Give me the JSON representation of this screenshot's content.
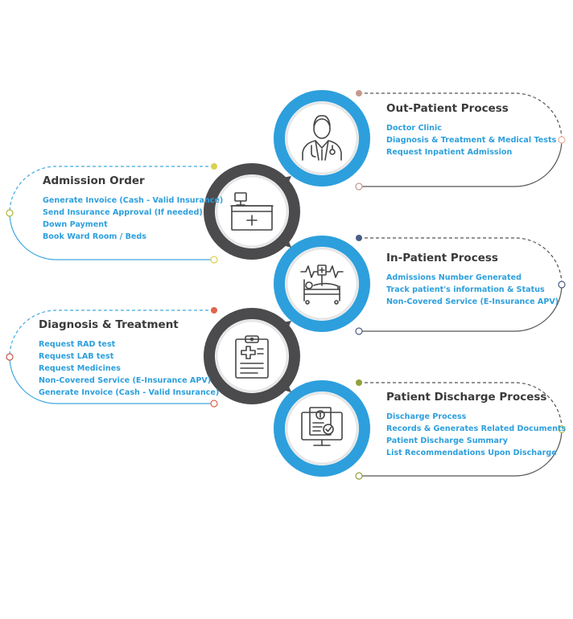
{
  "colors": {
    "blue_ring": "#2d9fdc",
    "dark_ring": "#4b4b4d",
    "item_text": "#2d9fdc",
    "title_text": "#3a3a3a",
    "icon_stroke": "#454545",
    "connector_blue": "#42a7de",
    "connector_dark": "#555555"
  },
  "steps": [
    {
      "title": "Out-Patient Process",
      "items": [
        "Doctor Clinic",
        "Diagnosis & Treatment & Medical Tests",
        "Request Inpatient Admission"
      ],
      "icon": "doctor-icon",
      "dot_color": "#c49a8e"
    },
    {
      "title": "Admission Order",
      "items": [
        "Generate Invoice (Cash - Valid Insurance)",
        "Send Insurance Approval (If needed)",
        "Down Payment",
        "Book Ward Room / Beds"
      ],
      "icon": "reception-desk-icon",
      "dot_color": "#d8d350"
    },
    {
      "title": "In-Patient Process",
      "items": [
        "Admissions Number Generated",
        "Track patient's information & Status",
        "Non-Covered Service (E-Insurance APV)"
      ],
      "icon": "hospital-bed-icon",
      "dot_color": "#4a5d86"
    },
    {
      "title": "Diagnosis & Treatment",
      "items": [
        "Request RAD test",
        "Request LAB test",
        "Request Medicines",
        "Non-Covered Service (E-Insurance APV)",
        "Generate Invoice (Cash - Valid Insurance)"
      ],
      "icon": "clipboard-icon",
      "dot_color": "#e0644e"
    },
    {
      "title": "Patient Discharge Process",
      "items": [
        "Discharge Process",
        "Records & Generates Related Documents",
        "Patient Discharge Summary",
        "List Recommendations Upon Discharge"
      ],
      "icon": "invoice-monitor-icon",
      "dot_color": "#8ea23c"
    }
  ]
}
